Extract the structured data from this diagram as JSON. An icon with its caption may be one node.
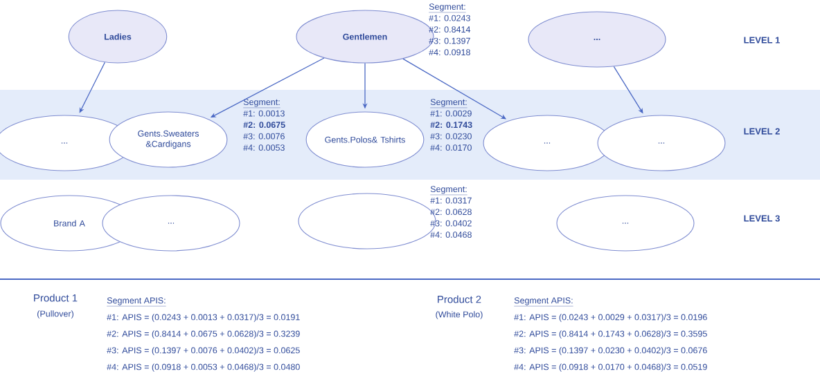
{
  "diagram": {
    "nodes": [
      {
        "text": [
          "Ladies"
        ]
      },
      {
        "text": [
          "Gentlemen"
        ],
        "beside": [
          "Segment:",
          "#1: 0.0243",
          "#2: 0.8414",
          "#3: 0.1397",
          "#4: 0.0918"
        ]
      },
      {
        "text": [
          "..."
        ]
      },
      {
        "text": [
          "..."
        ]
      },
      {
        "text": [
          "Gents.Sweaters &Cardigans"
        ],
        "beside": [
          "Segment:",
          "#1: 0.0013",
          "**#2: 0.0675**",
          "#3: 0.0076",
          "#4: 0.0053"
        ]
      },
      {
        "text": [
          "Gents.Polos& Tshirts"
        ],
        "beside": [
          "Segment:",
          "#1: 0.0029",
          "**#2: 0.1743**",
          "#3: 0.0230",
          "#4: 0.0170"
        ]
      },
      {
        "text": [
          "..."
        ]
      },
      {
        "text": [
          "..."
        ]
      },
      {
        "text": [
          "Brand A"
        ]
      },
      {
        "text": [
          "..."
        ]
      },
      {
        "text": [],
        "shape": "ellipse",
        "beside": [
          "Segment:",
          "#1: 0.0317",
          "#2: 0.0628",
          "#3: 0.0402",
          "#4: 0.0468"
        ]
      },
      {
        "text": [
          "..."
        ]
      }
    ],
    "edges": [
      {
        "from": 0,
        "to": 3,
        "arrow": "to"
      },
      {
        "from": 1,
        "to": 4,
        "arrow": "to"
      },
      {
        "from": 1,
        "to": 5,
        "arrow": "to"
      },
      {
        "from": 1,
        "to": 6,
        "arrow": "to"
      },
      {
        "from": 2,
        "to": 7,
        "arrow": "to"
      }
    ],
    "labels": [
      "LEVEL 1",
      "LEVEL 2",
      "LEVEL 3",
      "Product 1",
      "(Pullover)",
      "Segment APIS:",
      "#1: APIS = (0.0243 + 0.0013 + 0.0317)/3 = 0.0191",
      "#2: APIS = (0.8414 + 0.0675 + 0.0628)/3 = 0.3239",
      "#3: APIS = (0.1397 + 0.0076 + 0.0402)/3 = 0.0625",
      "#4: APIS = (0.0918 + 0.0053 + 0.0468)/3 = 0.0480",
      "Product 2",
      "(White Polo)",
      "Segment APIS:",
      "#1: APIS = (0.0243 + 0.0029 + 0.0317)/3 = 0.0196",
      "#2: APIS = (0.8414 + 0.1743 + 0.0628)/3 = 0.3595",
      "#3: APIS = (0.1397 + 0.0230 + 0.0402)/3 = 0.0676",
      "#4: APIS = (0.0918 + 0.0170 + 0.0468)/3 = 0.0519"
    ]
  }
}
